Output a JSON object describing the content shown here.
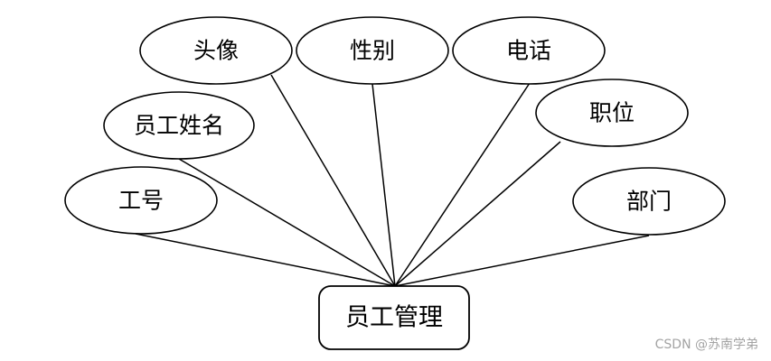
{
  "entity": {
    "label": "员工管理"
  },
  "attributes": [
    {
      "id": "avatar",
      "label": "头像"
    },
    {
      "id": "gender",
      "label": "性别"
    },
    {
      "id": "phone",
      "label": "电话"
    },
    {
      "id": "name",
      "label": "员工姓名"
    },
    {
      "id": "position",
      "label": "职位"
    },
    {
      "id": "employee-id",
      "label": "工号"
    },
    {
      "id": "department",
      "label": "部门"
    }
  ],
  "watermark": "CSDN @苏南学弟"
}
